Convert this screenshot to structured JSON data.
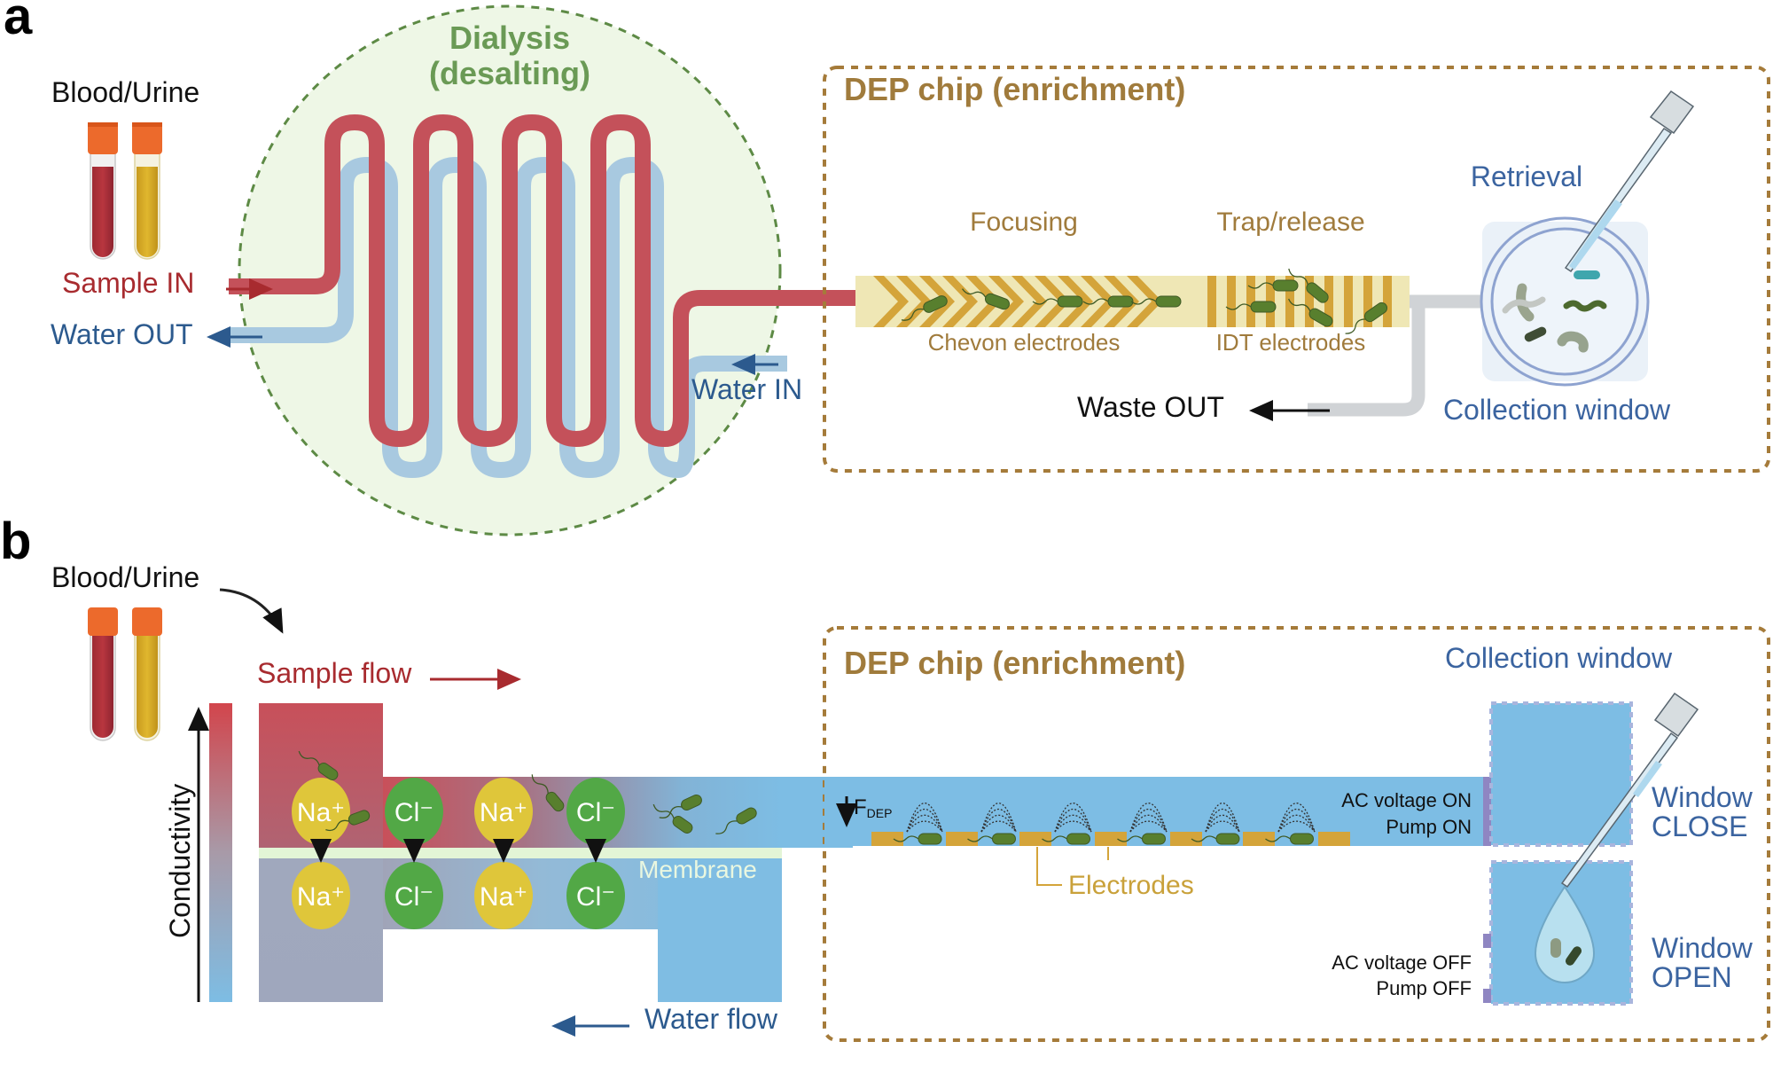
{
  "panels": {
    "a": {
      "label": "a",
      "sample_label": "Blood/Urine",
      "sample_in": "Sample IN",
      "water_out": "Water OUT",
      "water_in": "Water IN",
      "dialysis_title_line1": "Dialysis",
      "dialysis_title_line2": "(desalting)",
      "dep_title": "DEP chip (enrichment)",
      "focusing": "Focusing",
      "trap_release": "Trap/release",
      "chevron_electrodes": "Chevon electrodes",
      "idt_electrodes": "IDT electrodes",
      "waste_out": "Waste OUT",
      "retrieval": "Retrieval",
      "collection_window": "Collection window"
    },
    "b": {
      "label": "b",
      "sample_label": "Blood/Urine",
      "sample_flow": "Sample flow",
      "water_flow": "Water flow",
      "conductivity": "Conductivity",
      "membrane": "Membrane",
      "ions_top": [
        "Na⁺",
        "Cl⁻",
        "Na⁺",
        "Cl⁻"
      ],
      "ions_bottom": [
        "Na⁺",
        "Cl⁻",
        "Na⁺",
        "Cl⁻"
      ],
      "ion_types": [
        "na",
        "cl",
        "na",
        "cl"
      ],
      "dep_title": "DEP chip (enrichment)",
      "fdep": "F",
      "fdep_sub": "DEP",
      "electrodes": "Electrodes",
      "collection_window": "Collection window",
      "ac_on": "AC voltage ON",
      "pump_on": "Pump ON",
      "ac_off": "AC voltage OFF",
      "pump_off": "Pump OFF",
      "window_close_1": "Window",
      "window_close_2": "CLOSE",
      "window_open_1": "Window",
      "window_open_2": "OPEN"
    }
  },
  "colors": {
    "sample_red": "#c4515a",
    "water_blue": "#a8c9e0",
    "dialysis_bg": "#eef7e6",
    "dialysis_border": "#5d8a45",
    "dep_border": "#a57b3a",
    "gold": "#d4a43a",
    "chip_bg": "#efe7b5",
    "bacteria": "#587f2e",
    "channel_blue": "#7fbde3",
    "na_yellow": "#dfc63a",
    "cl_green": "#52a846"
  }
}
